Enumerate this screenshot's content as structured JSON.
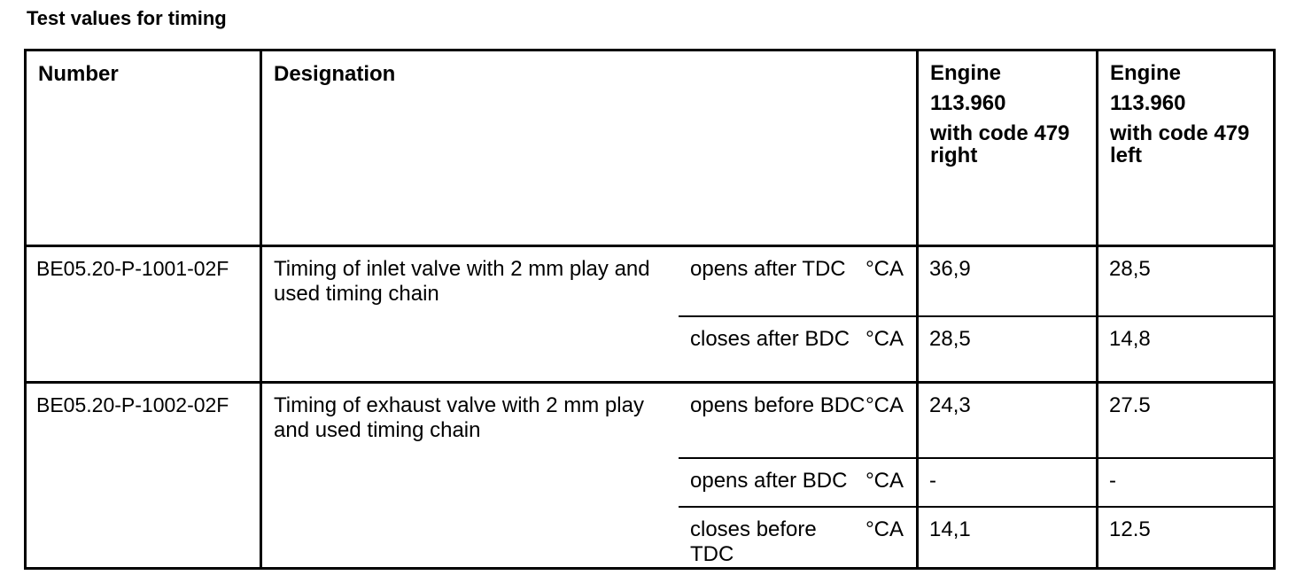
{
  "title": "Test values for timing",
  "table": {
    "headers": {
      "number": "Number",
      "designation": "Designation",
      "engine_right_lines": [
        "Engine",
        "113.960",
        "with code 479",
        "right"
      ],
      "engine_left_lines": [
        "Engine",
        "113.960",
        "with code 479",
        "left"
      ]
    },
    "rows": [
      {
        "number": "BE05.20-P-1001-02F",
        "designation": "Timing of inlet valve with 2 mm play and used timing chain",
        "subrows": [
          {
            "condition": "opens after TDC",
            "unit": "°CA",
            "engine_right": "36,9",
            "engine_left": "28,5"
          },
          {
            "condition": "closes after BDC",
            "unit": "°CA",
            "engine_right": "28,5",
            "engine_left": "14,8"
          }
        ]
      },
      {
        "number": "BE05.20-P-1002-02F",
        "designation": "Timing of exhaust valve with 2 mm play and used timing chain",
        "subrows": [
          {
            "condition": "opens before BDC",
            "unit": "°CA",
            "engine_right": "24,3",
            "engine_left": "27.5"
          },
          {
            "condition": "opens after BDC",
            "unit": "°CA",
            "engine_right": "-",
            "engine_left": "-"
          },
          {
            "condition": "closes before TDC",
            "unit": "°CA",
            "engine_right": "14,1",
            "engine_left": "12.5"
          }
        ]
      }
    ]
  },
  "colors": {
    "border": "#000000",
    "text": "#000000",
    "background": "#ffffff"
  }
}
